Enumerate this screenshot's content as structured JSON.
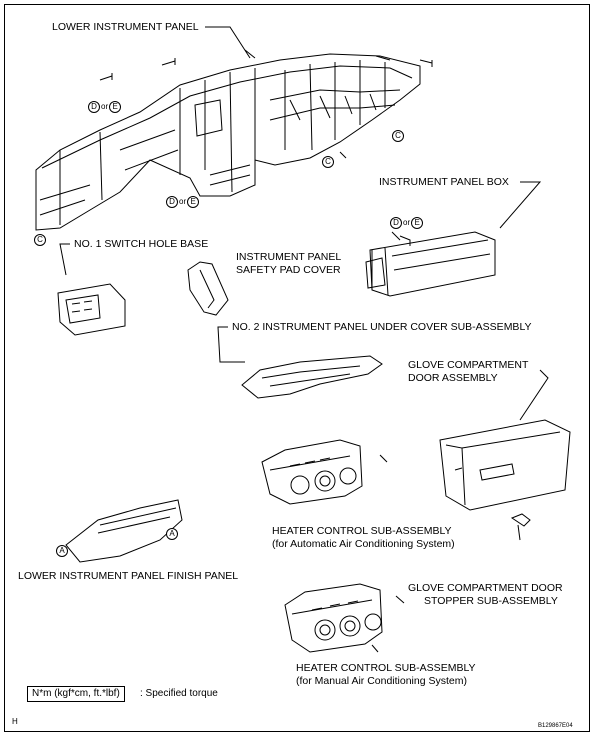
{
  "labels": {
    "lower_instrument_panel": "LOWER INSTRUMENT PANEL",
    "instrument_panel_box": "INSTRUMENT PANEL BOX",
    "no1_switch_hole_base": "NO. 1 SWITCH HOLE BASE",
    "safety_pad_cover_line1": "INSTRUMENT PANEL",
    "safety_pad_cover_line2": "SAFETY PAD COVER",
    "no2_under_cover": "NO. 2 INSTRUMENT PANEL UNDER COVER SUB-ASSEMBLY",
    "glove_door_line1": "GLOVE COMPARTMENT",
    "glove_door_line2": "DOOR ASSEMBLY",
    "heater_auto_line1": "HEATER CONTROL SUB-ASSEMBLY",
    "heater_auto_line2": "(for Automatic Air Conditioning System)",
    "lower_finish_panel": "LOWER INSTRUMENT PANEL FINISH PANEL",
    "glove_stopper_line1": "GLOVE COMPARTMENT DOOR",
    "glove_stopper_line2": "STOPPER SUB-ASSEMBLY",
    "heater_manual_line1": "HEATER CONTROL SUB-ASSEMBLY",
    "heater_manual_line2": "(for Manual Air Conditioning System)"
  },
  "markers": {
    "d": "D",
    "e": "E",
    "or": "or",
    "c": "C",
    "a": "A"
  },
  "legend": {
    "box_text": "N*m (kgf*cm, ft.*lbf)",
    "description": ": Specified torque"
  },
  "footer": {
    "left_code": "H",
    "right_code": "B129867E04"
  }
}
